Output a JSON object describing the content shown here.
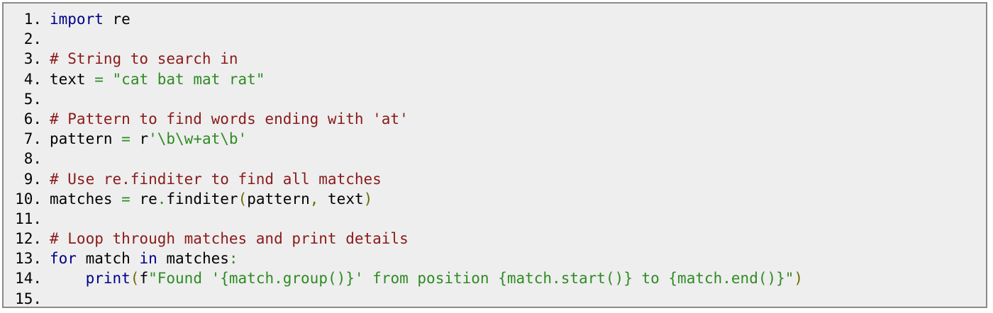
{
  "colors": {
    "background": "#eeeeee",
    "border": "#8a8a8a",
    "keyword": "#00008b",
    "comment": "#8b1a1a",
    "string": "#2e8b22",
    "operator": "#2e8b22",
    "punctuation": "#6b6b00",
    "identifier": "#000000"
  },
  "lines": [
    {
      "num": "1.",
      "tokens": [
        {
          "t": "kw",
          "v": "import"
        },
        {
          "t": "id",
          "v": " re"
        }
      ]
    },
    {
      "num": "2.",
      "tokens": []
    },
    {
      "num": "3.",
      "tokens": [
        {
          "t": "cm",
          "v": "# String to search in"
        }
      ]
    },
    {
      "num": "4.",
      "tokens": [
        {
          "t": "id",
          "v": "text "
        },
        {
          "t": "op",
          "v": "="
        },
        {
          "t": "id",
          "v": " "
        },
        {
          "t": "st",
          "v": "\"cat bat mat rat\""
        }
      ]
    },
    {
      "num": "5.",
      "tokens": []
    },
    {
      "num": "6.",
      "tokens": [
        {
          "t": "cm",
          "v": "# Pattern to find words ending with 'at'"
        }
      ]
    },
    {
      "num": "7.",
      "tokens": [
        {
          "t": "id",
          "v": "pattern "
        },
        {
          "t": "op",
          "v": "="
        },
        {
          "t": "id",
          "v": " r"
        },
        {
          "t": "st",
          "v": "'\\b\\w+at\\b'"
        }
      ]
    },
    {
      "num": "8.",
      "tokens": []
    },
    {
      "num": "9.",
      "tokens": [
        {
          "t": "cm",
          "v": "# Use re.finditer to find all matches"
        }
      ]
    },
    {
      "num": "10.",
      "tokens": [
        {
          "t": "id",
          "v": "matches "
        },
        {
          "t": "op",
          "v": "="
        },
        {
          "t": "id",
          "v": " re"
        },
        {
          "t": "op",
          "v": "."
        },
        {
          "t": "id",
          "v": "finditer"
        },
        {
          "t": "pn",
          "v": "("
        },
        {
          "t": "id",
          "v": "pattern"
        },
        {
          "t": "pn",
          "v": ","
        },
        {
          "t": "id",
          "v": " text"
        },
        {
          "t": "pn",
          "v": ")"
        }
      ]
    },
    {
      "num": "11.",
      "tokens": []
    },
    {
      "num": "12.",
      "tokens": [
        {
          "t": "cm",
          "v": "# Loop through matches and print details"
        }
      ]
    },
    {
      "num": "13.",
      "tokens": [
        {
          "t": "kw",
          "v": "for"
        },
        {
          "t": "id",
          "v": " match "
        },
        {
          "t": "kw",
          "v": "in"
        },
        {
          "t": "id",
          "v": " matches"
        },
        {
          "t": "op",
          "v": ":"
        }
      ]
    },
    {
      "num": "14.",
      "tokens": [
        {
          "t": "id",
          "v": "    "
        },
        {
          "t": "kw",
          "v": "print"
        },
        {
          "t": "pn",
          "v": "("
        },
        {
          "t": "id",
          "v": "f"
        },
        {
          "t": "st",
          "v": "\"Found '{match.group()}' from position {match.start()} to {match.end()}\""
        },
        {
          "t": "pn",
          "v": ")"
        }
      ]
    },
    {
      "num": "15.",
      "tokens": []
    }
  ]
}
